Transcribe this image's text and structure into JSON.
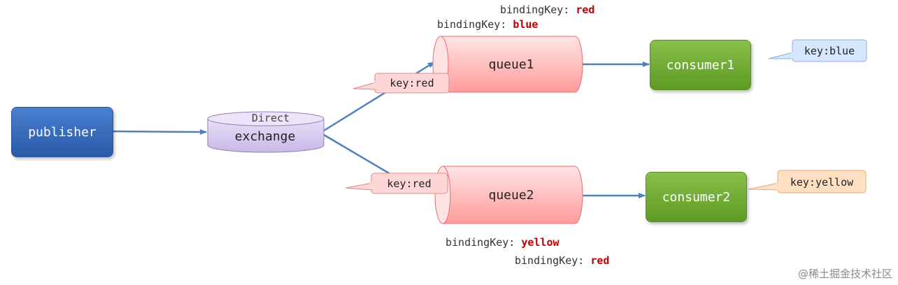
{
  "publisher": {
    "label": "publisher"
  },
  "exchange": {
    "type_label": "Direct",
    "label": "exchange"
  },
  "queue1": {
    "label": "queue1",
    "callout": "key:red",
    "binding_prefix": "bindingKey:",
    "bindings": [
      "red",
      "blue"
    ]
  },
  "queue2": {
    "label": "queue2",
    "callout": "key:red",
    "binding_prefix": "bindingKey:",
    "bindings": [
      "yellow",
      "red"
    ]
  },
  "consumer1": {
    "label": "consumer1",
    "callout": "key:blue"
  },
  "consumer2": {
    "label": "consumer2",
    "callout": "key:yellow"
  },
  "colors": {
    "publisher": "#2f63b5",
    "exchange": "#d9ccf0",
    "queue": "#ff9f9f",
    "consumer": "#6fab33",
    "callout_red": "#ffd6d6",
    "callout_blue": "#d6e6ff",
    "callout_yellow": "#ffe0c2",
    "arrow": "#4f81bd",
    "binding_value": "#c00000"
  },
  "watermark": "@稀土掘金技术社区"
}
